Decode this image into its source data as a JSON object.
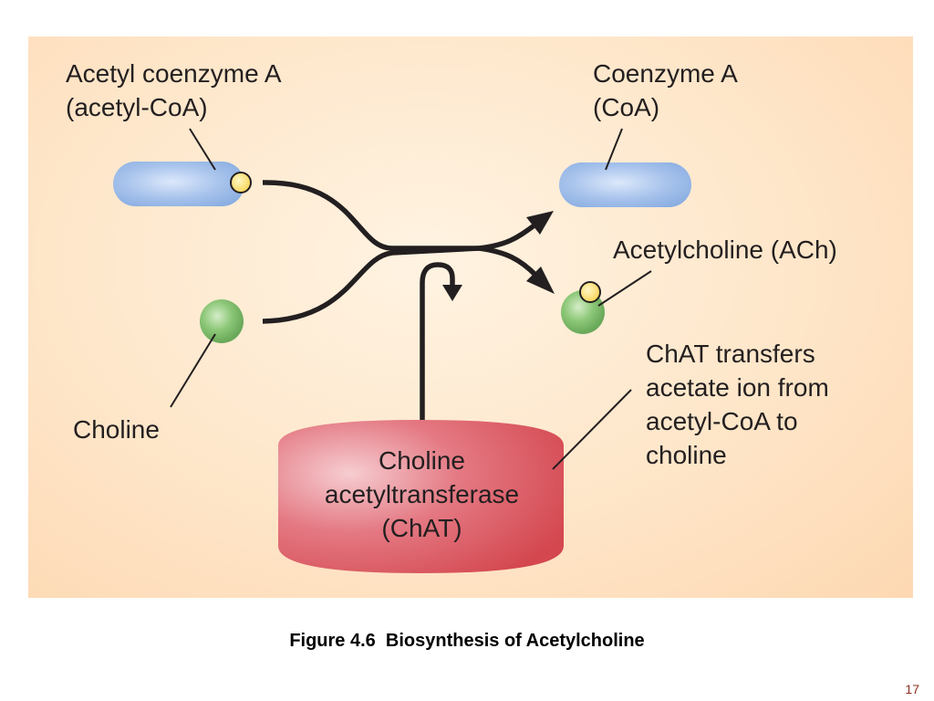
{
  "figure": {
    "acetyl_coa_label": [
      "Acetyl coenzyme A",
      "(acetyl-CoA)"
    ],
    "coa_label": [
      "Coenzyme A",
      "(CoA)"
    ],
    "ach_label": "Acetylcholine (ACh)",
    "choline_label": "Choline",
    "chat_note": [
      "ChAT transfers",
      "acetate ion from",
      "acetyl-CoA to",
      "choline"
    ],
    "enzyme_label": [
      "Choline",
      "acetyltransferase",
      "(ChAT)"
    ]
  },
  "caption": "Figure 4.6  Biosynthesis of Acetylcholine",
  "slide_number": "17",
  "colors": {
    "panel_background": "#fee6c9",
    "coa_capsule": "#93b4e3",
    "acetate_ion": "#fce37a",
    "choline_sphere": "#7fbf68",
    "enzyme_body": "#d9515e",
    "arrows": "#231f20",
    "slide_number": "#8a2f1f"
  }
}
